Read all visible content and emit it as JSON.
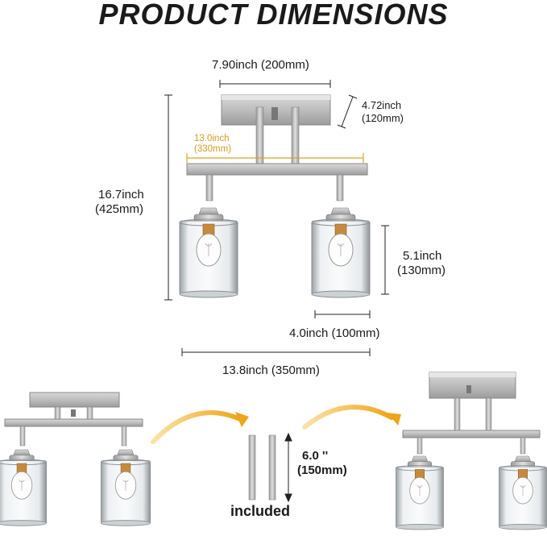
{
  "title": "PRODUCT DIMENSIONS",
  "dimensions": {
    "canopy_width": "7.90inch (200mm)",
    "canopy_depth_in": "4.72inch",
    "canopy_depth_mm": "(120mm)",
    "bar_length_in": "13.0inch",
    "bar_length_mm": "(330mm)",
    "overall_height_in": "16.7inch",
    "overall_height_mm": "(425mm)",
    "shade_height_in": "5.1inch",
    "shade_height_mm": "(130mm)",
    "shade_width": "4.0inch (100mm)",
    "overall_width": "13.8inch (350mm)"
  },
  "extension": {
    "rod_length_in": "6.0 ''",
    "rod_length_mm": "(150mm)",
    "included_label": "included"
  },
  "colors": {
    "accent": "#e8a11c",
    "metal": "#b9b9b9",
    "glass": "#dfe3e6"
  }
}
